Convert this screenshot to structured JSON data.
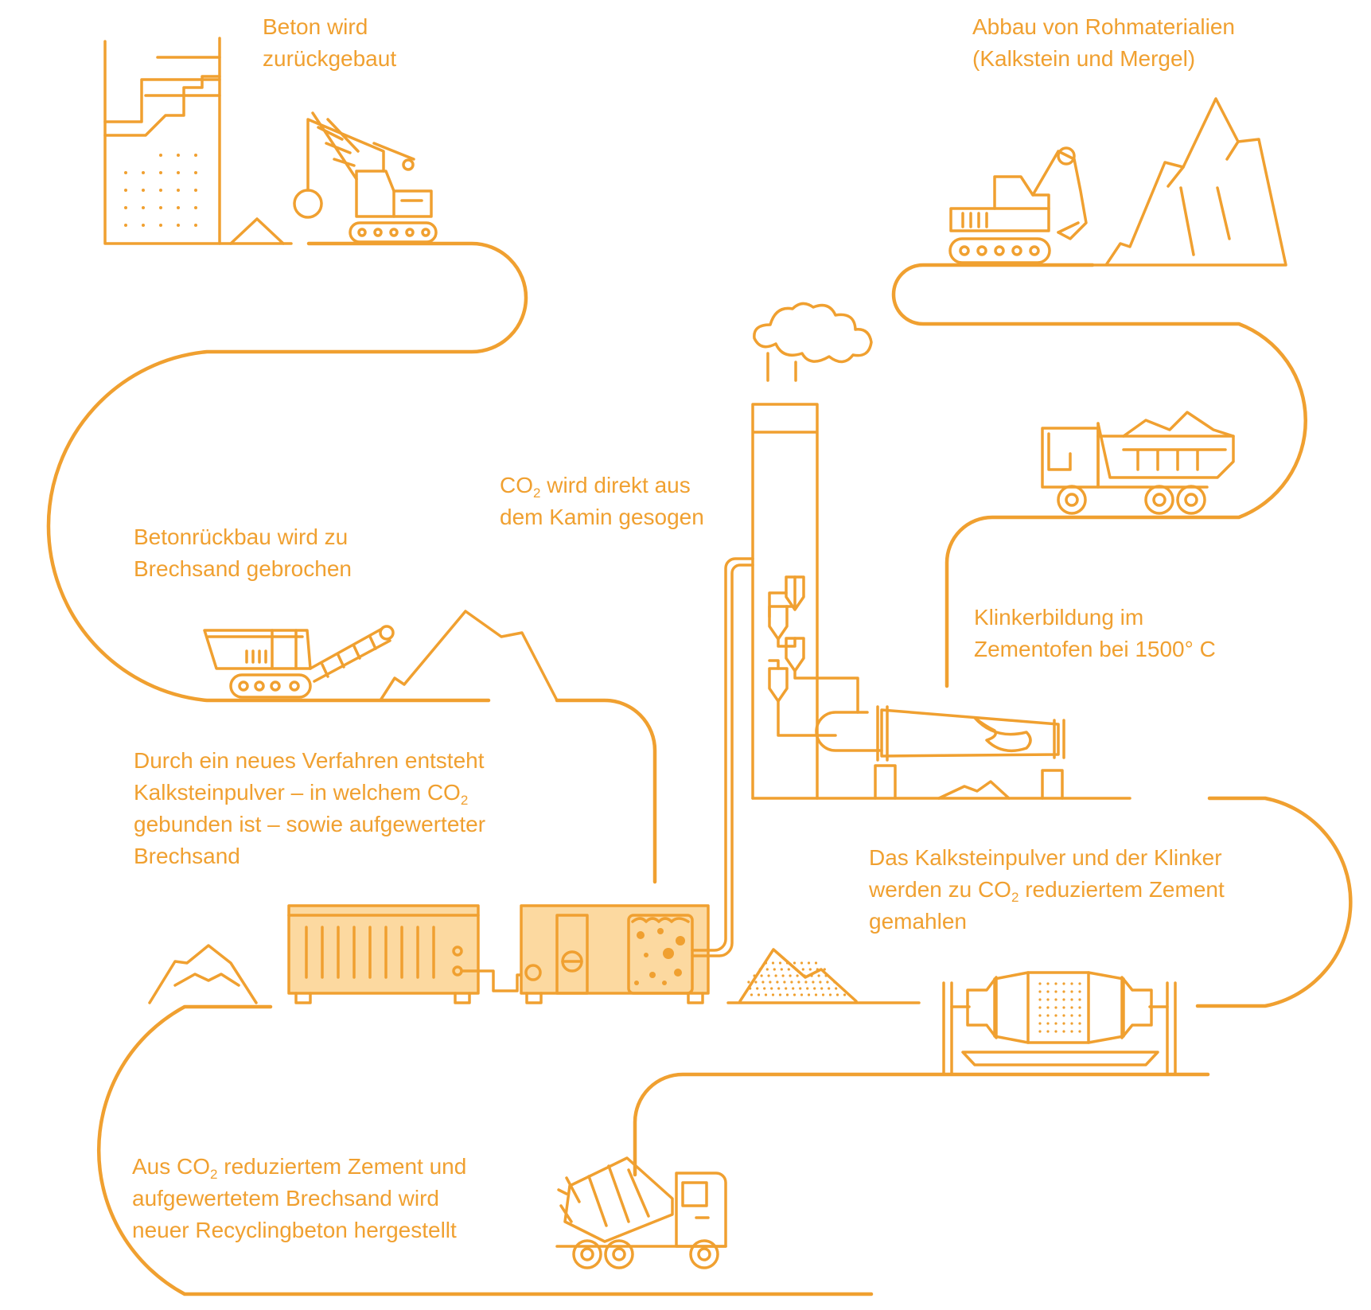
{
  "colors": {
    "accent": "#f0a030",
    "fill": "#fcd9a0",
    "background": "#ffffff"
  },
  "steps": {
    "demolition": {
      "line1": "Beton wird",
      "line2": "zurückgebaut"
    },
    "raw_materials": {
      "line1": "Abbau von Rohmaterialien",
      "line2": "(Kalkstein und Mergel)"
    },
    "crushing": {
      "line1": "Betonrückbau wird zu",
      "line2": "Brechsand gebrochen"
    },
    "co2_capture": {
      "line1_pre": "CO",
      "line1_sub": "2",
      "line1_post": " wird direkt aus",
      "line2": "dem Kamin gesogen"
    },
    "clinker": {
      "line1": "Klinkerbildung im",
      "line2": "Zementofen bei 1500° C"
    },
    "new_process": {
      "line1": "Durch ein neues Verfahren entsteht",
      "line2_pre": "Kalksteinpulver – in welchem CO",
      "line2_sub": "2",
      "line3": "gebunden ist – sowie aufgewerteter",
      "line4": "Brechsand"
    },
    "grinding": {
      "line1": "Das Kalksteinpulver und der Klinker",
      "line2_pre": "werden zu CO",
      "line2_sub": "2",
      "line2_post": " reduziertem Zement",
      "line3": "gemahlen"
    },
    "recycling_concrete": {
      "line1_pre": "Aus CO",
      "line1_sub": "2",
      "line1_post": " reduziertem Zement und",
      "line2": "aufgewertetem Brechsand wird",
      "line3": "neuer Recyclingbeton hergestellt"
    }
  },
  "icons": [
    "demolished-building-icon",
    "wrecking-crane-icon",
    "excavator-icon",
    "mountain-icon",
    "dump-truck-icon",
    "smokestack-icon",
    "cyclone-preheater-icon",
    "rotary-kiln-icon",
    "mobile-crusher-icon",
    "sand-pile-icon",
    "co2-container-icon",
    "co2-reactor-icon",
    "powder-pile-icon",
    "ball-mill-icon",
    "concrete-mixer-truck-icon"
  ]
}
